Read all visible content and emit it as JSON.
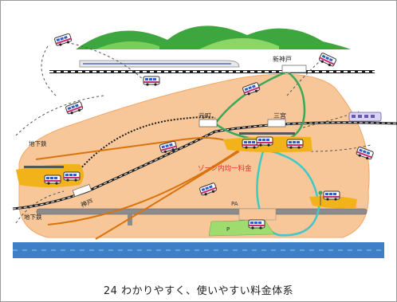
{
  "labels": {
    "shin_kobe": "新神戸",
    "motomachi": "元町",
    "sannomiya": "三宮",
    "kobe": "神戸",
    "subway_left_top": "地下鉄",
    "subway_left_bottom": "地下鉄",
    "zone_fare": "ゾーン内均一料金",
    "pa": "PA",
    "p": "P"
  },
  "caption": "24 わかりやすく、使いやすい料金体系",
  "colors": {
    "zone": "#f7c799",
    "zone_edge": "#f3a866",
    "mountain": "#3ea63e",
    "sea": "#3f7fc7",
    "rail": "#1e1e1e",
    "shuttle_green": "#3aa85a",
    "shuttle_cyan": "#3ec9c9",
    "orange_route": "#d9730c",
    "station_platform": "#f2b21a",
    "zone_fare_text": "#e8302a"
  },
  "icons": [
    "bus-icon",
    "train-icon",
    "shinkansen-icon",
    "bus-stop-icon"
  ]
}
